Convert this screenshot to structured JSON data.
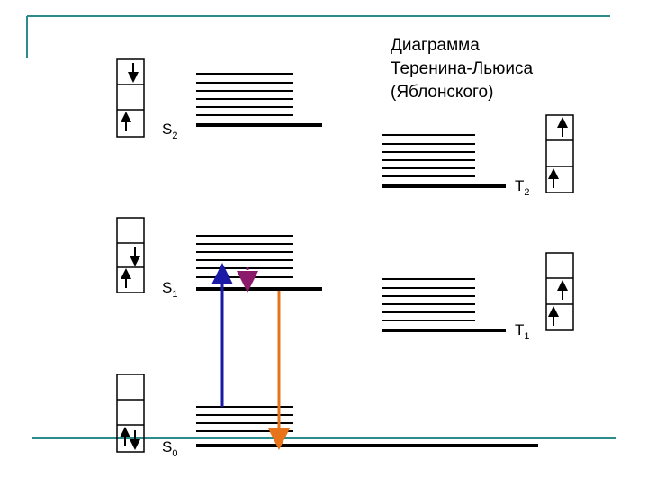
{
  "title_lines": [
    "Диаграмма",
    "Теренина-Льюиса",
    "(Яблонского)"
  ],
  "labels": {
    "s2": {
      "main": "S",
      "sub": "2"
    },
    "s1": {
      "main": "S",
      "sub": "1"
    },
    "s0": {
      "main": "S",
      "sub": "0"
    },
    "t2": {
      "main": "T",
      "sub": "2"
    },
    "t1": {
      "main": "T",
      "sub": "1"
    }
  },
  "colors": {
    "frame": "#2e8b8b",
    "absorption": "#1a1aa6",
    "fluorescence": "#e8731a",
    "relaxation": "#8b1a6b",
    "lines": "#000000"
  }
}
